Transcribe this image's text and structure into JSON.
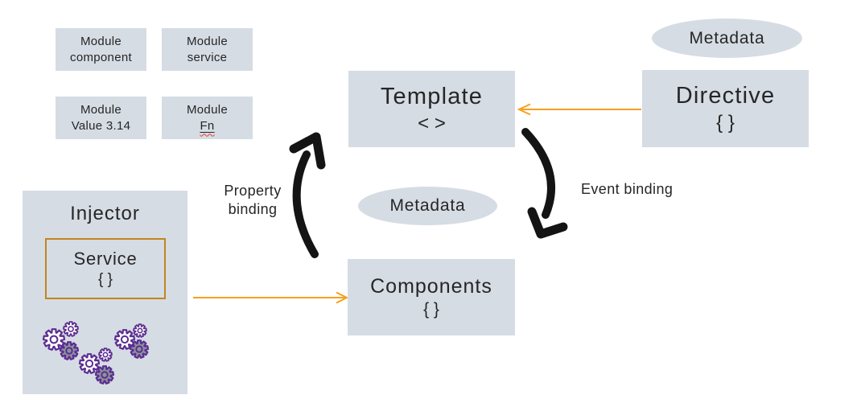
{
  "colors": {
    "node_fill": "#D6DCE4",
    "text": "#262626",
    "orange": "#F6A01E",
    "service_border": "#C0861E",
    "arrow_black": "#141414",
    "gear_purple": "#5C2D91",
    "gear_gray": "#8C939C",
    "fn_squiggle": "#E8402C"
  },
  "nodes": {
    "module_component": {
      "line1": "Module",
      "line2": "component"
    },
    "module_service": {
      "line1": "Module",
      "line2": "service"
    },
    "module_value": {
      "line1": "Module",
      "line2": "Value 3.14"
    },
    "module_fn": {
      "line1": "Module",
      "line2": "Fn"
    },
    "injector": {
      "title": "Injector",
      "gears": {
        "icon": "gear-icon",
        "count": 9
      }
    },
    "service": {
      "title": "Service",
      "symbol": "{ }"
    },
    "template": {
      "title": "Template",
      "symbol": "< >"
    },
    "components": {
      "title": "Components",
      "symbol": "{ }"
    },
    "directive": {
      "title": "Directive",
      "symbol": "{ }"
    },
    "metadata_top": {
      "title": "Metadata"
    },
    "metadata_center": {
      "title": "Metadata"
    }
  },
  "edges": {
    "property_binding": {
      "line1": "Property",
      "line2": "binding"
    },
    "event_binding": {
      "label": "Event binding"
    }
  }
}
